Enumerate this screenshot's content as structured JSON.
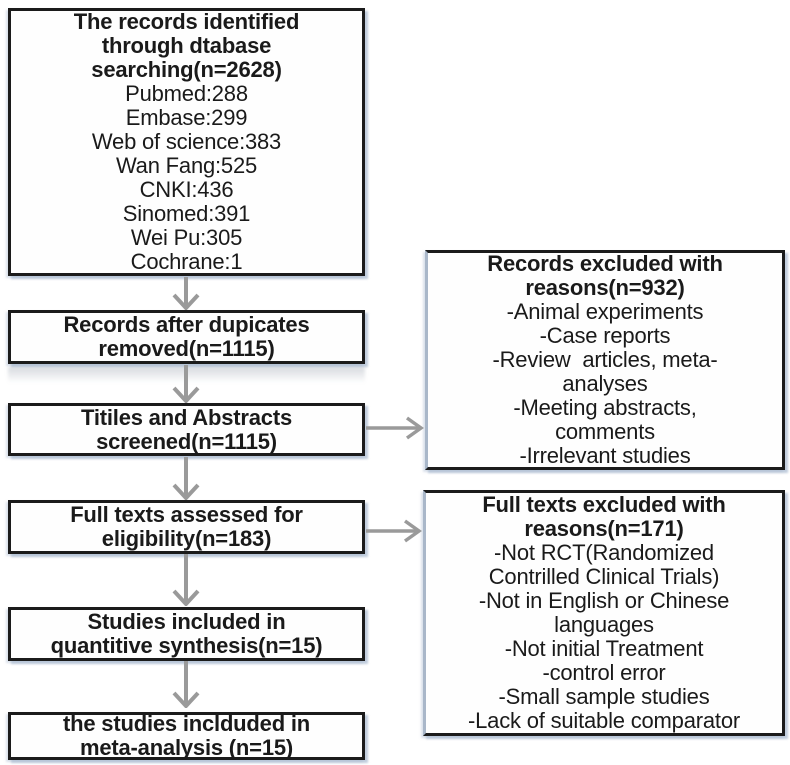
{
  "diagram": {
    "boxes": {
      "identified": {
        "title_lines": [
          "The records identified",
          "through dtabase",
          "searching(n=2628)"
        ],
        "source_lines": [
          "Pubmed:288",
          "Embase:299",
          "Web of science:383",
          "Wan Fang:525",
          "CNKI:436",
          "Sinomed:391",
          "Wei Pu:305",
          "Cochrane:1"
        ]
      },
      "duplicates_removed": {
        "lines": [
          "Records after dupicates",
          "removed(n=1115)"
        ]
      },
      "screened": {
        "lines": [
          "Titiles and Abstracts",
          "screened(n=1115)"
        ]
      },
      "fulltext_assessed": {
        "lines": [
          "Full texts assessed for",
          "eligibility(n=183)"
        ]
      },
      "quantitative": {
        "lines": [
          "Studies included in",
          "quantitive synthesis(n=15)"
        ]
      },
      "meta_analysis": {
        "lines": [
          "the studies inclduded in",
          "meta-analysis (n=15)"
        ]
      },
      "records_excluded": {
        "title_lines": [
          "Records excluded with",
          "reasons(n=932)"
        ],
        "reason_lines": [
          "-Animal experiments",
          "-Case reports",
          "-Review  articles, meta-",
          "analyses",
          "-Meeting abstracts,",
          "comments",
          "-Irrelevant studies"
        ]
      },
      "fulltexts_excluded": {
        "title_lines": [
          "Full texts excluded with",
          "reasons(n=171)"
        ],
        "reason_lines": [
          "-Not RCT(Randomized",
          "Contrilled Clinical Trials)",
          "-Not in English or Chinese",
          "languages",
          "-Not initial Treatment",
          "-control error",
          "-Small sample studies",
          "-Lack of suitable comparator"
        ]
      }
    },
    "colors": {
      "border": "#1b1b1b",
      "text": "#1a1a1a",
      "arrow": "#9a9a9a",
      "shadow": "#acbcd1",
      "background": "#ffffff"
    }
  }
}
